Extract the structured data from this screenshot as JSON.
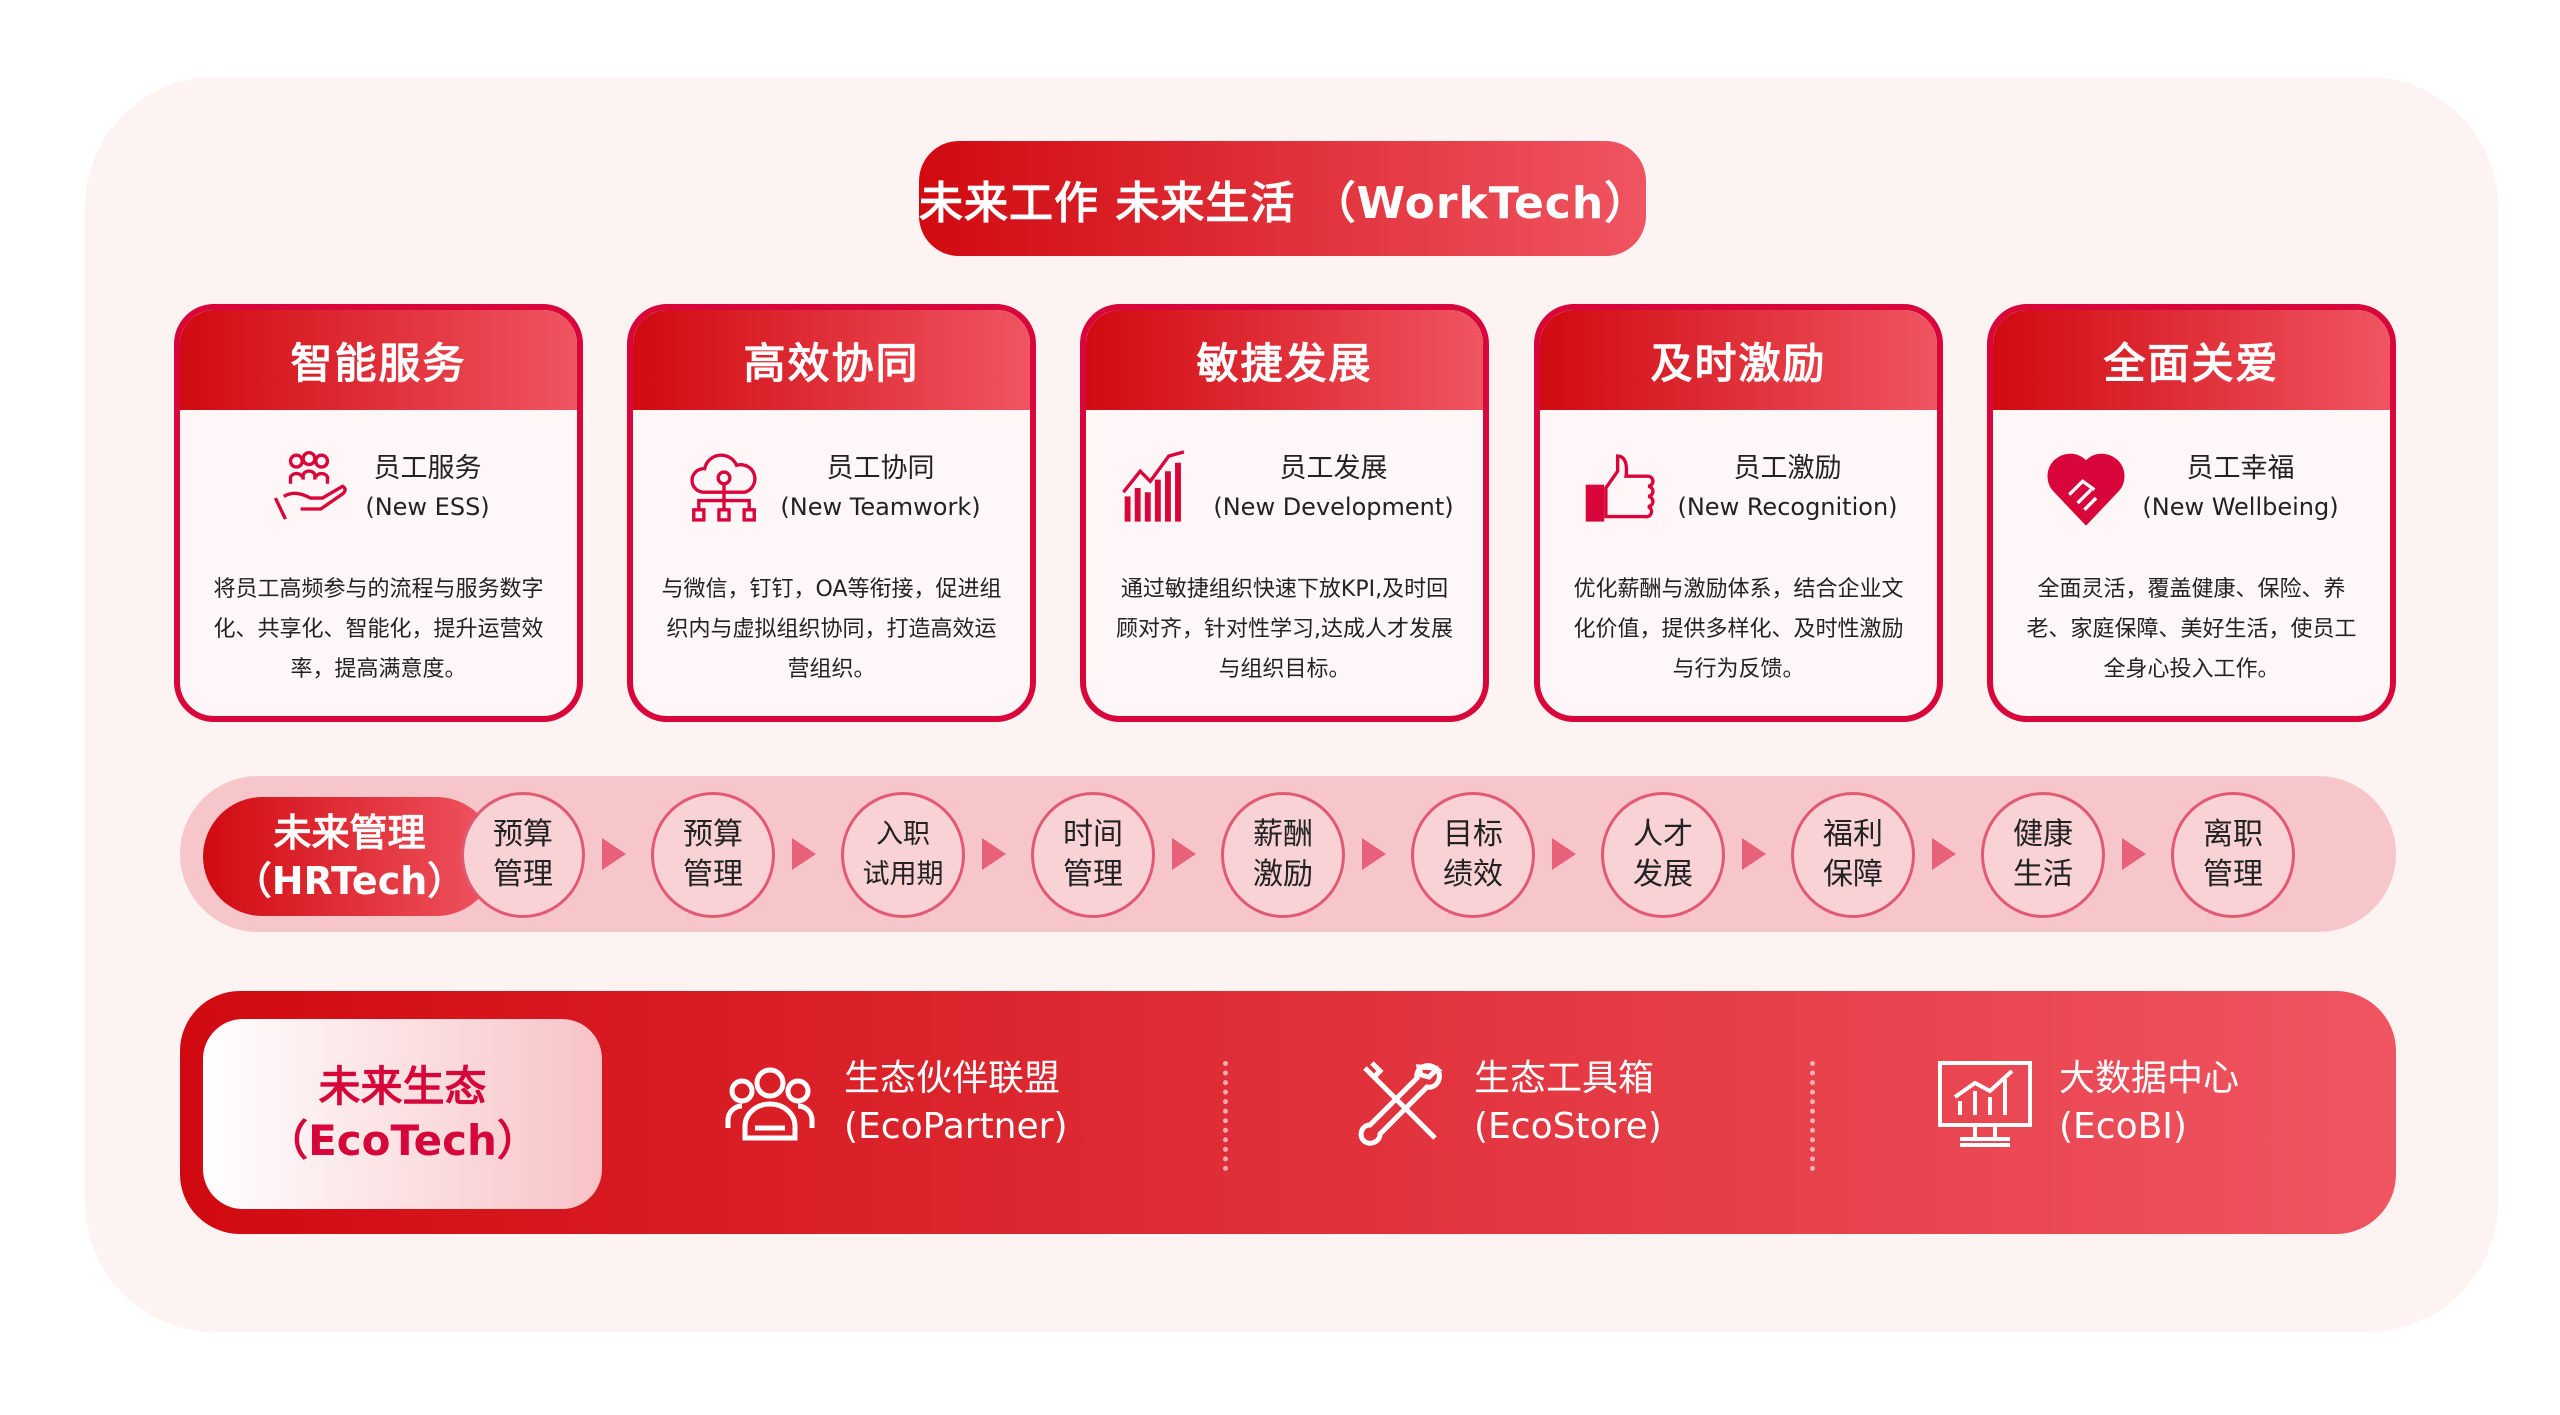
{
  "title": "未来工作 未来生活 （WorkTech）",
  "cards": [
    {
      "head": "智能服务",
      "icon": "service-hand-icon",
      "cn": "员工服务",
      "en": "(New ESS)",
      "desc": "将员工高频参与的流程与服务数字化、共享化、智能化，提升运营效率，提高满意度。"
    },
    {
      "head": "高效协同",
      "icon": "cloud-network-icon",
      "cn": "员工协同",
      "en": "(New Teamwork)",
      "desc": "与微信，钉钉，OA等衔接，促进组织内与虚拟组织协同，打造高效运营组织。"
    },
    {
      "head": "敏捷发展",
      "icon": "growth-chart-icon",
      "cn": "员工发展",
      "en": "(New Development)",
      "desc": "通过敏捷组织快速下放KPI,及时回顾对齐，针对性学习,达成人才发展与组织目标。"
    },
    {
      "head": "及时激励",
      "icon": "thumbs-up-icon",
      "cn": "员工激励",
      "en": "(New Recognition)",
      "desc": "优化薪酬与激励体系，结合企业文化价值，提供多样化、及时性激励与行为反馈。"
    },
    {
      "head": "全面关爱",
      "icon": "heart-handshake-icon",
      "cn": "员工幸福",
      "en": "(New Wellbeing)",
      "desc": "全面灵活，覆盖健康、保险、养老、家庭保障、美好生活，使员工全身心投入工作。"
    }
  ],
  "hr": {
    "label1": "未来管理",
    "label2": "（HRTech）",
    "steps": [
      [
        "预算",
        "管理"
      ],
      [
        "预算",
        "管理"
      ],
      [
        "入职",
        "试用期"
      ],
      [
        "时间",
        "管理"
      ],
      [
        "薪酬",
        "激励"
      ],
      [
        "目标",
        "绩效"
      ],
      [
        "人才",
        "发展"
      ],
      [
        "福利",
        "保障"
      ],
      [
        "健康",
        "生活"
      ],
      [
        "离职",
        "管理"
      ]
    ]
  },
  "eco": {
    "label1": "未来生态",
    "label2": "（EcoTech）",
    "items": [
      {
        "icon": "partners-icon",
        "cn": "生态伙伴联盟",
        "en": "(EcoPartner)"
      },
      {
        "icon": "tools-icon",
        "cn": "生态工具箱",
        "en": "(EcoStore)"
      },
      {
        "icon": "monitor-chart-icon",
        "cn": "大数据中心",
        "en": "(EcoBI)"
      }
    ]
  },
  "colors": {
    "accent": "#d10a11",
    "accent_light": "#ef5561",
    "border": "#d8063a",
    "panel": "#fdf3f3"
  }
}
